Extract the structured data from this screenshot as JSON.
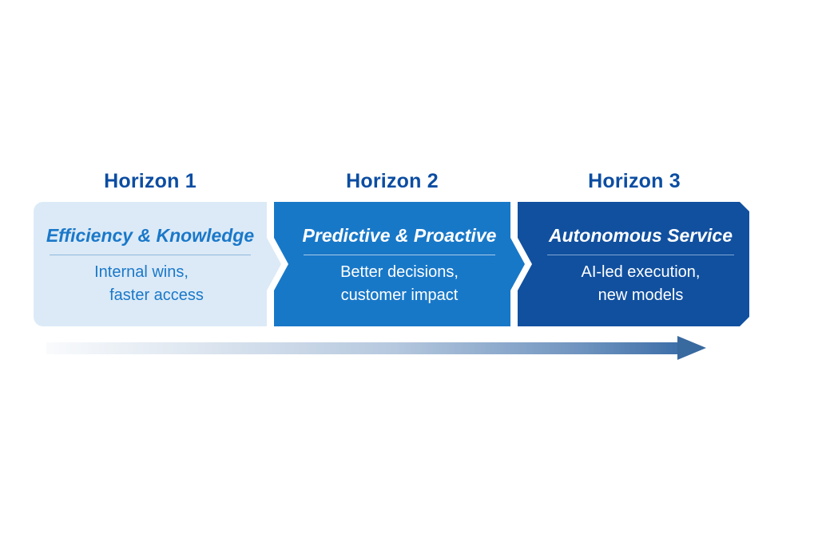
{
  "colors": {
    "background": "#FFFFFF",
    "header_text": "#0C4DA2",
    "arrow": "#3E6FA9"
  },
  "stages": [
    {
      "header": "Horizon 1",
      "title": "Efficiency & Knowledge",
      "body_lines": [
        "Internal wins,",
        "faster access"
      ],
      "bg": "#DCEAF7",
      "title_color": "#1A78C9",
      "body_color": "#1A78C9",
      "rule_color": "#8FB9DD"
    },
    {
      "header": "Horizon 2",
      "title": "Predictive & Proactive",
      "body_lines": [
        "Better decisions,",
        "customer impact"
      ],
      "bg": "#1878C8",
      "title_color": "#FFFFFF",
      "body_color": "#FFFFFF",
      "rule_color": "#A9CBE9"
    },
    {
      "header": "Horizon 3",
      "title": "Autonomous Service",
      "body_lines": [
        "AI-led execution,",
        "new models"
      ],
      "bg": "#11509F",
      "title_color": "#FFFFFF",
      "body_color": "#FFFFFF",
      "rule_color": "#7FA6D2"
    }
  ]
}
